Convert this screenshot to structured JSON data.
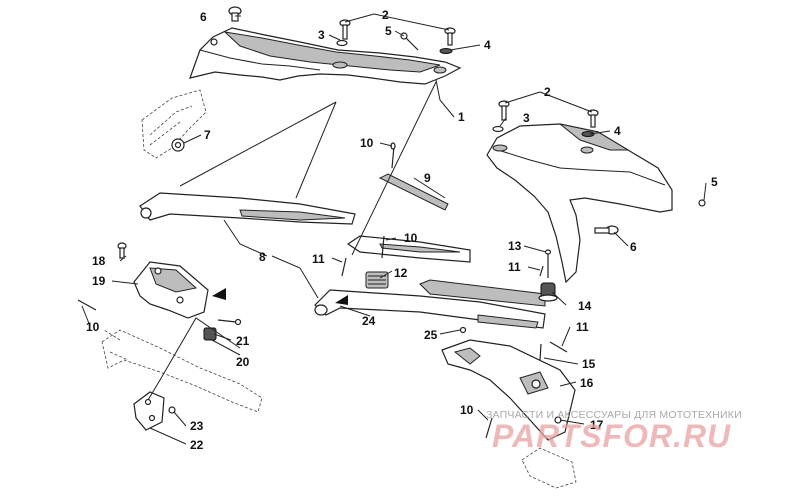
{
  "callouts": {
    "c1": "1",
    "c2a": "2",
    "c2b": "2",
    "c3a": "3",
    "c3b": "3",
    "c4a": "4",
    "c4b": "4",
    "c5a": "5",
    "c5b": "5",
    "c6a": "6",
    "c6b": "6",
    "c7": "7",
    "c8": "8",
    "c9": "9",
    "c10a": "10",
    "c10b": "10",
    "c10c": "10",
    "c10d": "10",
    "c11a": "11",
    "c11b": "11",
    "c11c": "11",
    "c12": "12",
    "c13": "13",
    "c14": "14",
    "c15": "15",
    "c16": "16",
    "c17": "17",
    "c18": "18",
    "c19": "19",
    "c20": "20",
    "c21": "21",
    "c22": "22",
    "c23": "23",
    "c24": "24",
    "c25": "25"
  },
  "watermark": {
    "caption": "ЗАПЧАСТИ И АКСЕССУАРЫ ДЛЯ МОТОТЕХНИКИ",
    "logo_text": "PARTSFOR.RU",
    "logo_color": "#e9a2a2"
  }
}
